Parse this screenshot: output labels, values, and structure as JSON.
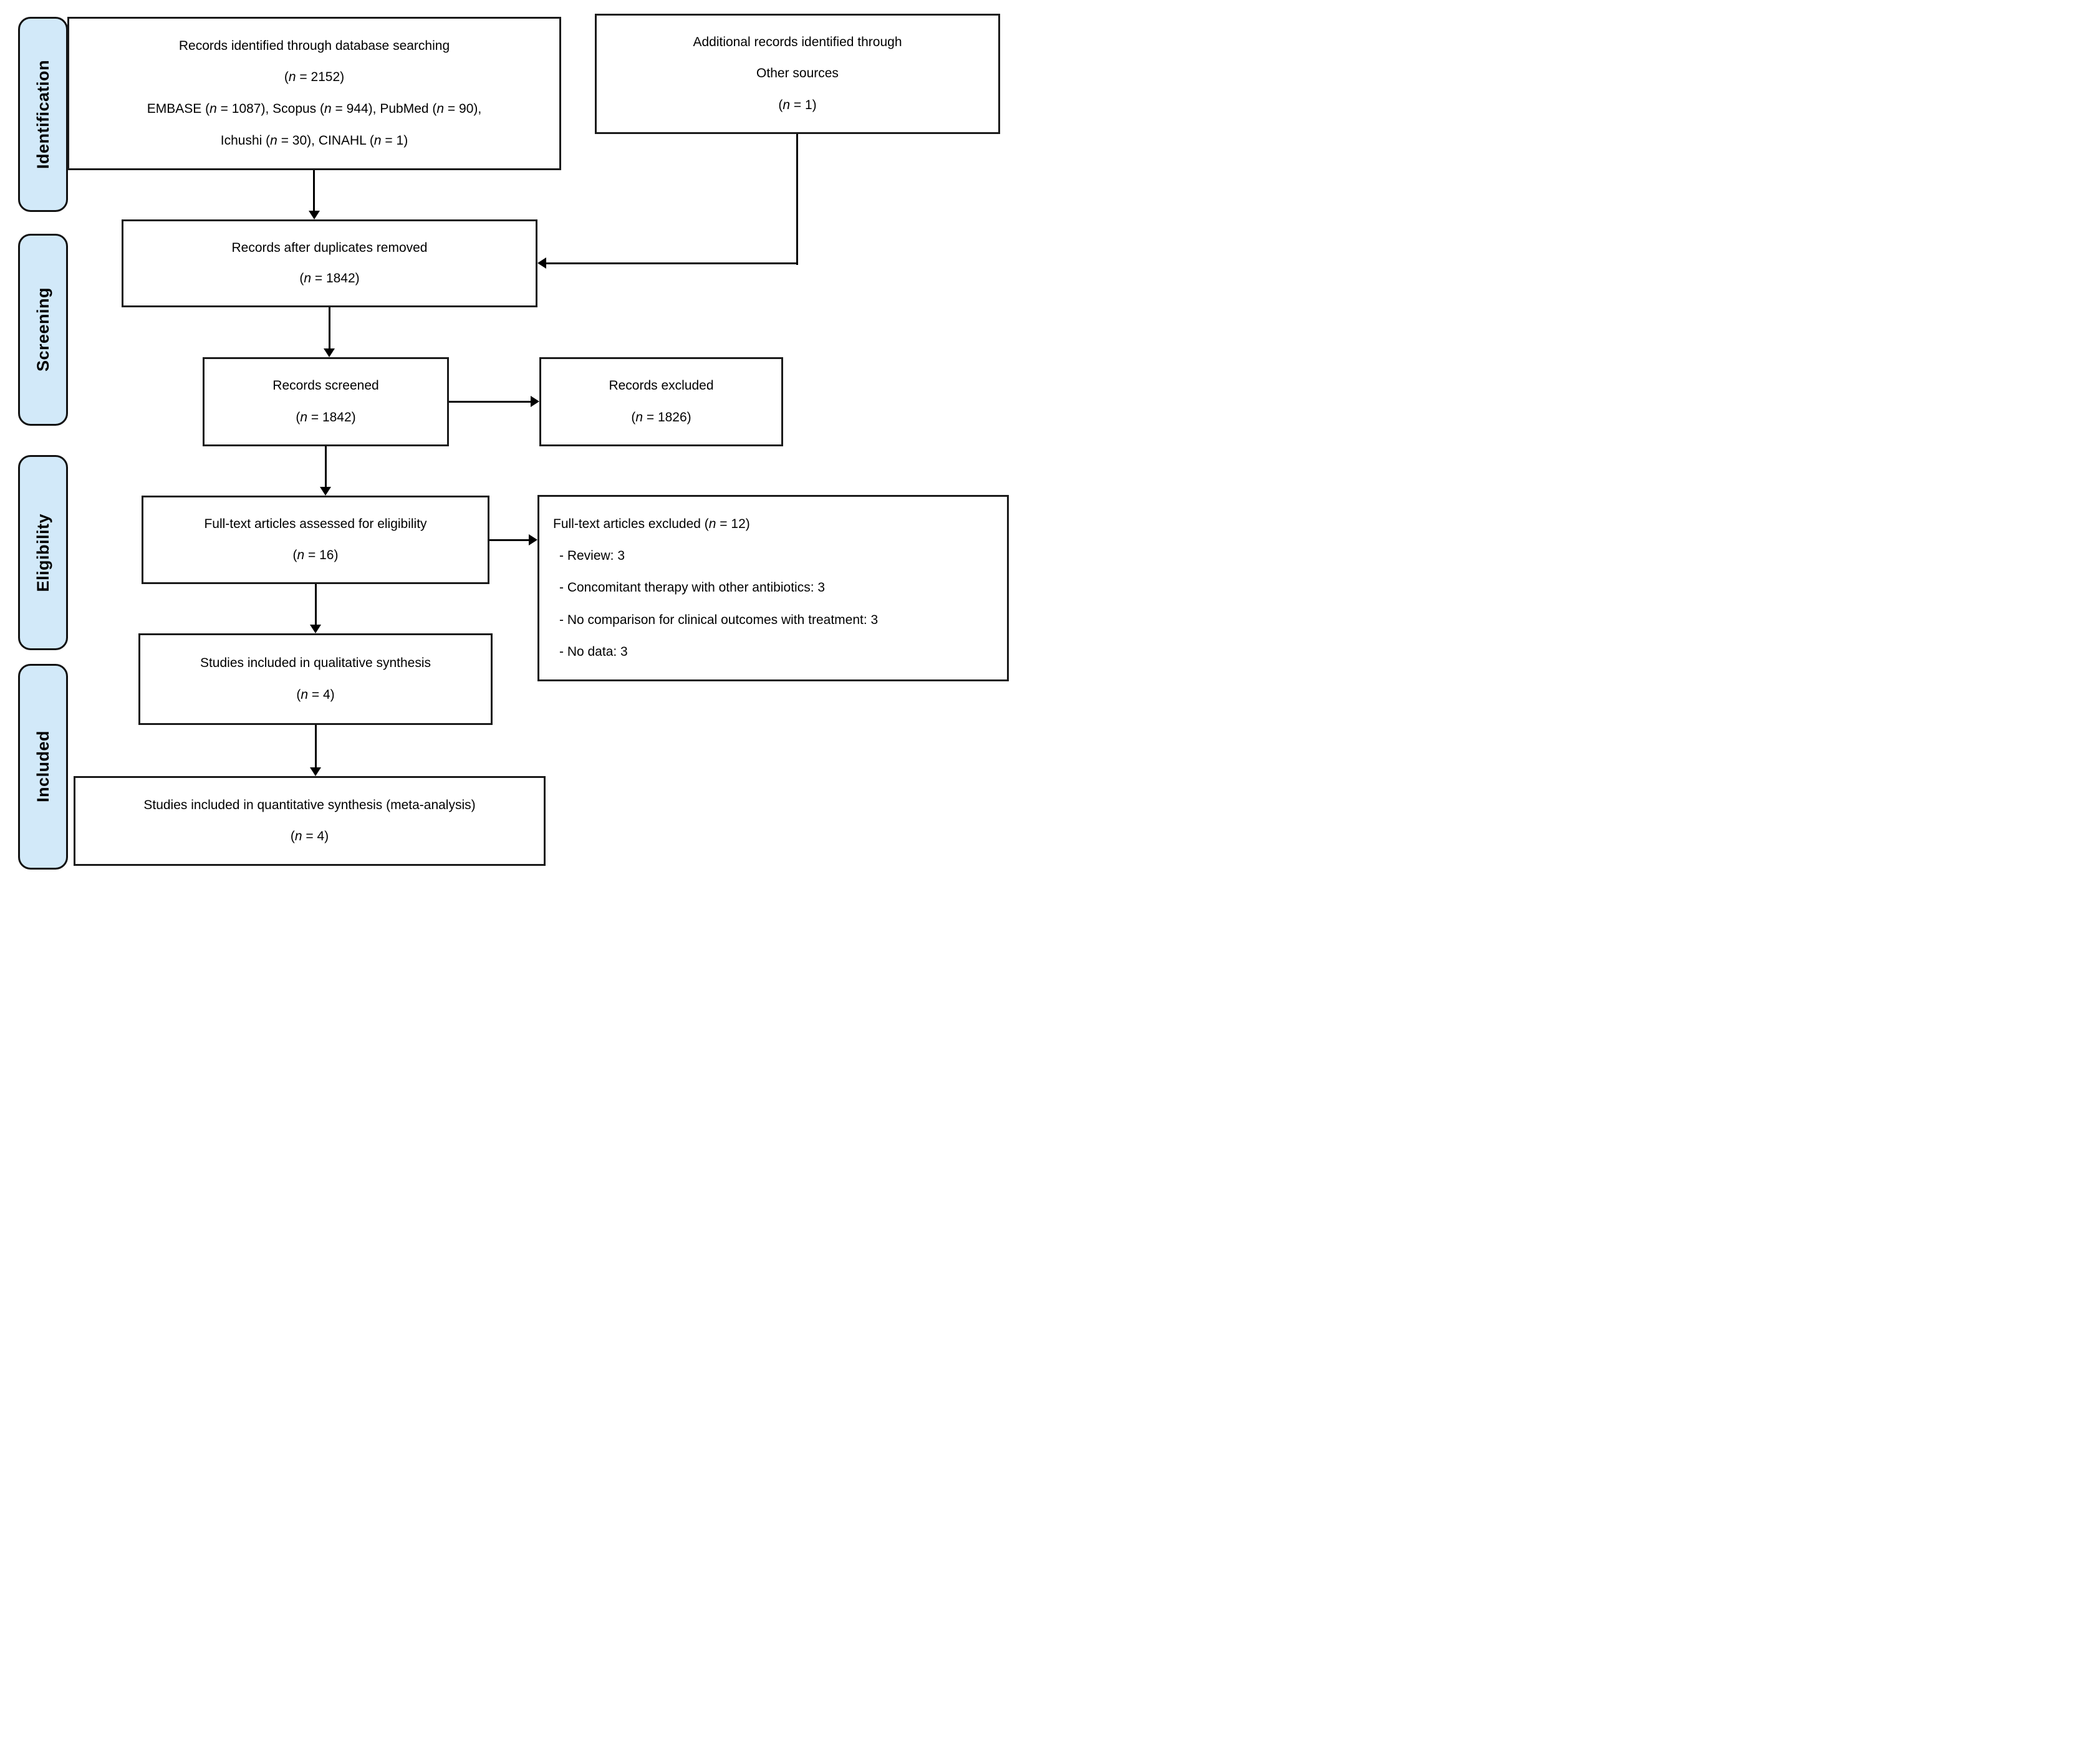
{
  "stages": [
    {
      "label": "Identification"
    },
    {
      "label": "Screening"
    },
    {
      "label": "Eligibility"
    },
    {
      "label": "Included"
    }
  ],
  "boxes": {
    "identified": {
      "lines": [
        "Records identified through database searching",
        "(n = 2152)",
        "EMBASE (n = 1087), Scopus (n = 944), PubMed (n = 90),",
        "Ichushi (n = 30), CINAHL (n = 1)"
      ]
    },
    "additional": {
      "lines": [
        "Additional records identified through",
        "Other sources",
        "(n = 1)"
      ]
    },
    "duplicates": {
      "lines": [
        "Records after duplicates removed",
        "(n = 1842)"
      ]
    },
    "screened": {
      "lines": [
        "Records screened",
        "(n = 1842)"
      ]
    },
    "excluded": {
      "lines": [
        "Records excluded",
        "(n = 1826)"
      ]
    },
    "fulltext": {
      "lines": [
        "Full-text articles assessed for eligibility",
        "(n = 16)"
      ]
    },
    "fulltext_excluded": {
      "title": "Full-text articles excluded (n = 12)",
      "reasons": [
        "- Review: 3",
        "- Concomitant therapy with other antibiotics: 3",
        "- No comparison for clinical outcomes with treatment: 3",
        "- No data: 3"
      ]
    },
    "qualitative": {
      "lines": [
        "Studies included in qualitative synthesis",
        "(n = 4)"
      ]
    },
    "quantitative": {
      "lines": [
        "Studies included in quantitative synthesis (meta-analysis)",
        "(n = 4)"
      ]
    }
  },
  "colors": {
    "stage_fill": "#d2e9f9",
    "stage_border": "#111111",
    "box_fill": "#ffffff",
    "box_border": "#1a1a1a",
    "arrow": "#000000",
    "text": "#000000"
  }
}
